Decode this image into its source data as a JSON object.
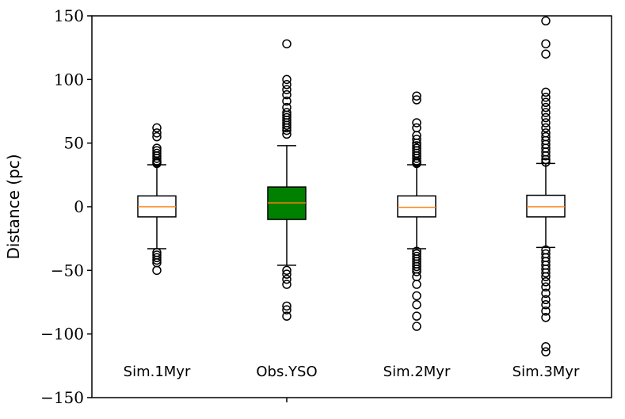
{
  "chart_data": {
    "type": "box",
    "title": "",
    "xlabel": "",
    "ylabel": "Distance (pc)",
    "ylim": [
      -150,
      150
    ],
    "yticks": [
      150,
      100,
      50,
      0,
      -50,
      -100,
      -150
    ],
    "ytick_labels": [
      "150",
      "100",
      "50",
      "0",
      "−50",
      "−100",
      "−150"
    ],
    "grid": false,
    "median_color": "#ff7f0e",
    "series": [
      {
        "name": "Sim.1Myr",
        "q1": -8,
        "median": 0,
        "q3": 8.5,
        "whisker_low": -33,
        "whisker_high": 33,
        "fill": "#ffffff",
        "outliers": [
          62,
          58,
          55,
          46,
          44,
          42,
          40,
          38,
          36,
          35,
          34,
          -36,
          -38,
          -40,
          -42,
          -44,
          -50
        ]
      },
      {
        "name": "Obs.YSO",
        "q1": -10,
        "median": 3,
        "q3": 15.5,
        "whisker_low": -46,
        "whisker_high": 48,
        "fill": "#008000",
        "outliers": [
          128,
          100,
          96,
          92,
          88,
          83,
          78,
          74,
          72,
          70,
          68,
          66,
          64,
          62,
          60,
          57,
          -50,
          -53,
          -57,
          -61,
          -78,
          -81,
          -86
        ]
      },
      {
        "name": "Sim.2Myr",
        "q1": -8,
        "median": -0.5,
        "q3": 8.5,
        "whisker_low": -33,
        "whisker_high": 33,
        "fill": "#ffffff",
        "outliers": [
          87,
          84,
          66,
          62,
          56,
          53,
          50,
          48,
          46,
          44,
          42,
          40,
          38,
          36,
          35,
          34,
          -35,
          -37,
          -39,
          -41,
          -43,
          -45,
          -47,
          -49,
          -51,
          -55,
          -61,
          -70,
          -77,
          -86,
          -94
        ]
      },
      {
        "name": "Sim.3Myr",
        "q1": -8,
        "median": 0,
        "q3": 9,
        "whisker_low": -32,
        "whisker_high": 34,
        "fill": "#ffffff",
        "outliers": [
          146,
          128,
          120,
          90,
          86,
          82,
          78,
          74,
          70,
          66,
          62,
          58,
          55,
          52,
          49,
          46,
          43,
          40,
          37,
          35,
          -34,
          -37,
          -40,
          -43,
          -46,
          -49,
          -52,
          -55,
          -59,
          -63,
          -68,
          -73,
          -77,
          -82,
          -87,
          -110,
          -114
        ]
      }
    ]
  }
}
